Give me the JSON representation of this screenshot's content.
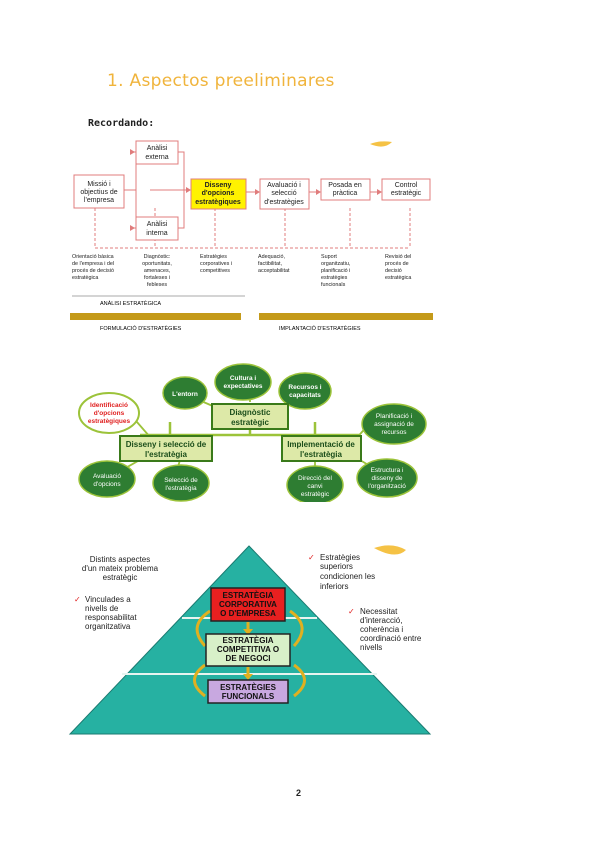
{
  "heading": "1.  Aspectos preeliminares",
  "subheading": "Recordando:",
  "page_number": "2",
  "fig1": {
    "boxes": {
      "mission": [
        "Missió i",
        "objectius de",
        "l'empresa"
      ],
      "external": [
        "Anàlisi",
        "externa"
      ],
      "internal": [
        "Anàlisi",
        "interna"
      ],
      "design": [
        "Disseny",
        "d'opcions",
        "estratègiques"
      ],
      "evaluation": [
        "Avaluació i",
        "selecció",
        "d'estratègies"
      ],
      "implementation": [
        "Posada en",
        "pràctica"
      ],
      "control": [
        "Control",
        "estratègic"
      ]
    },
    "notes": {
      "n1": [
        "Orientació bàsica",
        "de l'empresa i del",
        "procés de decisió",
        "estratègica"
      ],
      "n2": [
        "Diagnòstic:",
        "oportunitats,",
        "amenaces,",
        "fortaleses i",
        "febleses"
      ],
      "n3": [
        "Estratègies",
        "corporatives i",
        "competitives"
      ],
      "n4": [
        "Adequació,",
        "factibilitat,",
        "acceptabilitat"
      ],
      "n5": [
        "Suport",
        "organitzatiu,",
        "planificació i",
        "estratègies",
        "funcionals"
      ],
      "n6": [
        "Revisió del",
        "procés de",
        "decisió",
        "estratègica"
      ]
    },
    "bands": {
      "analysis": "ANÀLISI ESTRATÈGICA",
      "formulation": "FORMULACIÓ D'ESTRATÈGIES",
      "implantation": "IMPLANTACIÓ D'ESTRATÈGIES"
    }
  },
  "fig2": {
    "ovals": {
      "entorn": [
        "L'entorn"
      ],
      "cultura": [
        "Cultura i",
        "expectatives"
      ],
      "recursos": [
        "Recursos i",
        "capacitats"
      ],
      "identificacio": [
        "Identificació",
        "d'opcions",
        "estratègiques"
      ],
      "planificacio": [
        "Planificació i",
        "assignació de",
        "recursos"
      ],
      "avaluacio": [
        "Avaluació",
        "d'opcions"
      ],
      "seleccio": [
        "Selecció de",
        "l'estratègia"
      ],
      "direccio": [
        "Direcció del",
        "canvi",
        "estratègic"
      ],
      "estructura": [
        "Estructura i",
        "disseny de",
        "l'organització"
      ]
    },
    "boxes": {
      "diagnostic": [
        "Diagnòstic",
        "estratègic"
      ],
      "disseny": [
        "Disseny i selecció de",
        "l'estratègia"
      ],
      "implementacio": [
        "Implementació de",
        "l'estratègia"
      ]
    }
  },
  "fig3": {
    "left_note": [
      "Distints aspectes",
      "d'un mateix problema",
      "estratègic"
    ],
    "left_bullet": [
      "Vinculades a",
      "nivells de",
      "responsabilitat",
      "organitzativa"
    ],
    "right_bullet1": [
      "Estratègies",
      "superiors",
      "condicionen les",
      "inferiors"
    ],
    "right_bullet2": [
      "Necessitat",
      "d'interacció,",
      "coherència i",
      "coordinació entre",
      "nivells"
    ],
    "levels": {
      "corporate": [
        "ESTRATÈGIA",
        "CORPORATIVA",
        "O D'EMPRESA"
      ],
      "competitive": [
        "ESTRATÈGIA",
        "COMPETITIVA O",
        "DE NEGOCI"
      ],
      "functional": [
        "ESTRATÈGIES",
        "FUNCIONALS"
      ]
    },
    "check": "✓"
  },
  "colors": {
    "heading": "#f0b43c",
    "flow_border": "#e07c7c",
    "highlight": "#fff200",
    "band": "#c49a1a",
    "oval_fill": "#2e7d32",
    "box_fill": "#dde9a8",
    "id_text": "#e02020",
    "pyramid_fill": "#26b1a2",
    "corporate": "#e82020",
    "competitive": "#d8f0c8",
    "functional": "#c8a8e0",
    "arrow": "#e0b020"
  }
}
